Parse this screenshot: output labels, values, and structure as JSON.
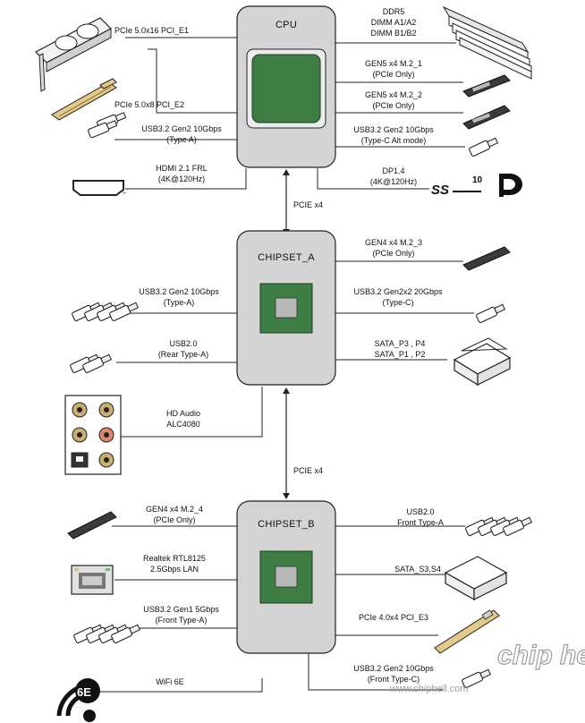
{
  "cpu": {
    "title": "CPU",
    "links": [
      {
        "id": "pcie-e1",
        "l1": "PCIe 5.0x16 PCI_E1",
        "l2": ""
      },
      {
        "id": "pcie-e2",
        "l1": "PCIe 5.0x8 PCI_E2",
        "l2": ""
      },
      {
        "id": "usb-cpu-a",
        "l1": "USB3.2 Gen2 10Gbps",
        "l2": "(Type A)"
      },
      {
        "id": "hdmi",
        "l1": "HDMI 2.1 FRL",
        "l2": "(4K@120Hz)"
      },
      {
        "id": "ddr5",
        "l1": "DDR5",
        "l2": "DIMM A1/A2",
        "l3": "DIMM B1/B2"
      },
      {
        "id": "m2-1",
        "l1": "GEN5 x4 M.2_1",
        "l2": "(PCIe Only)"
      },
      {
        "id": "m2-2",
        "l1": "GEN5 x4 M.2_2",
        "l2": "(PCIe Only)"
      },
      {
        "id": "usb-cpu-c",
        "l1": "USB3.2 Gen2 10Gbps",
        "l2": "(Type-C Alt mode)"
      },
      {
        "id": "dp",
        "l1": "DP1.4",
        "l2": "(4K@120Hz)"
      }
    ]
  },
  "bus_cpu_chipset_a": "PCIE x4",
  "chipset_a": {
    "title": "CHIPSET_A",
    "links": [
      {
        "id": "m2-3",
        "l1": "GEN4 x4 M.2_3",
        "l2": "(PCIe Only)"
      },
      {
        "id": "usb-a-rear",
        "l1": "USB3.2 Gen2 10Gbps",
        "l2": "(Type-A)"
      },
      {
        "id": "usb-c-20g",
        "l1": "USB3.2 Gen2x2 20Gbps",
        "l2": "(Type-C)"
      },
      {
        "id": "usb2-rear",
        "l1": "USB2.0",
        "l2": "(Rear Type-A)"
      },
      {
        "id": "sata-a",
        "l1": "SATA_P3 , P4",
        "l2": "SATA_P1 , P2"
      },
      {
        "id": "audio",
        "l1": "HD Audio",
        "l2": "ALC4080"
      }
    ]
  },
  "bus_chipset_a_b": "PCIE x4",
  "chipset_b": {
    "title": "CHIPSET_B",
    "links": [
      {
        "id": "m2-4",
        "l1": "GEN4 x4 M.2_4",
        "l2": "(PCIe Only)"
      },
      {
        "id": "usb2-front",
        "l1": "USB2.0",
        "l2": "Front Type-A"
      },
      {
        "id": "lan",
        "l1": "Realtek RTL8125",
        "l2": "2.5Gbps LAN"
      },
      {
        "id": "sata-b",
        "l1": "SATA_S3,S4",
        "l2": ""
      },
      {
        "id": "usb-gen1",
        "l1": "USB3.2 Gen1 5Gbps",
        "l2": "(Front Type-A)"
      },
      {
        "id": "pcie-e3",
        "l1": "PCIe 4.0x4 PCI_E3",
        "l2": ""
      },
      {
        "id": "wifi",
        "l1": "WiFi 6E",
        "l2": ""
      },
      {
        "id": "usb-front-c",
        "l1": "USB3.2 Gen2 10Gbps",
        "l2": "(Front Type-C)"
      }
    ]
  },
  "logos": {
    "wifi_badge": "6E",
    "ss_badge": "SS",
    "ss_sup": "10"
  },
  "watermark": {
    "url": "www.chiphell.com",
    "brand": "chip hell"
  },
  "colors": {
    "chip_box": "#d4d4d4",
    "die_green": "#3e7e45",
    "die_gray": "#b8b8b8",
    "line": "#222222"
  }
}
